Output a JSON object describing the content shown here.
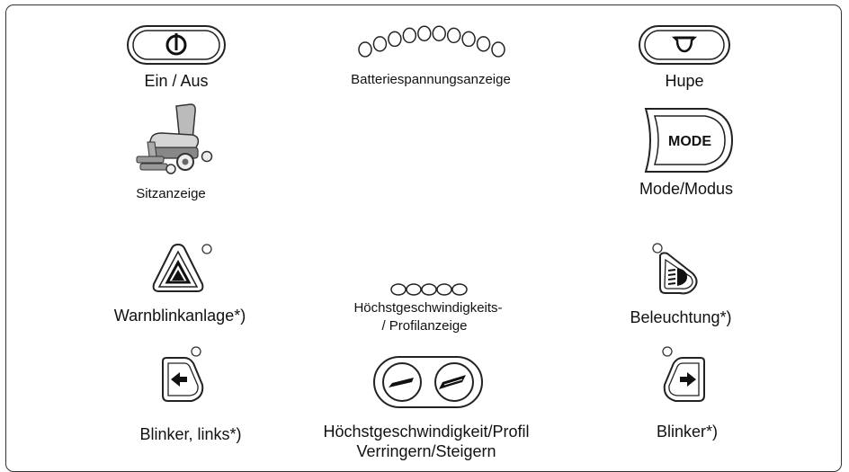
{
  "labels": {
    "power": "Ein / Aus",
    "battery": "Batteriespannungsanzeige",
    "horn": "Hupe",
    "seat": "Sitzanzeige",
    "mode_button_text": "MODE",
    "mode": "Mode/Modus",
    "hazard": "Warnblinkanlage*)",
    "speed_display_line1": "Höchstgeschwindigkeits-",
    "speed_display_line2": "/ Profilanzeige",
    "lights": "Beleuchtung*)",
    "left_indicator": "Blinker, links*)",
    "speed_buttons_line1": "Höchstgeschwindigkeit/Profil",
    "speed_buttons_line2": "Verringern/Steigern",
    "right_indicator": "Blinker*)"
  },
  "icons": [
    "power-button-icon",
    "battery-gauge-icon",
    "horn-button-icon",
    "wheelchair-seat-icon",
    "mode-button-icon",
    "hazard-button-icon",
    "speed-display-icon",
    "light-button-icon",
    "left-indicator-button-icon",
    "speed-buttons-icon",
    "right-indicator-button-icon"
  ]
}
